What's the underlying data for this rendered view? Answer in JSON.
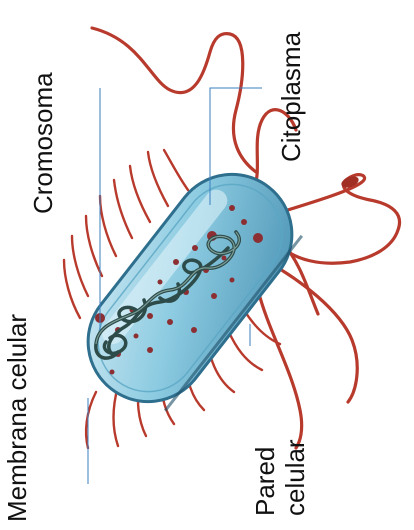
{
  "labels": {
    "cromosoma": "Cromosoma",
    "citoplasma": "Citoplasma",
    "membrana_celular": "Membrana celular",
    "pared_celular_line1": "Pared",
    "pared_celular_line2": "celular"
  },
  "colors": {
    "flagella": "#b83a2c",
    "cell_body": "#7fc3dc",
    "cell_edge": "#2f6f8e",
    "chromosome": "#2d4b49",
    "ribosome": "#8c2f33",
    "leader_line": "#3a7fc1"
  }
}
